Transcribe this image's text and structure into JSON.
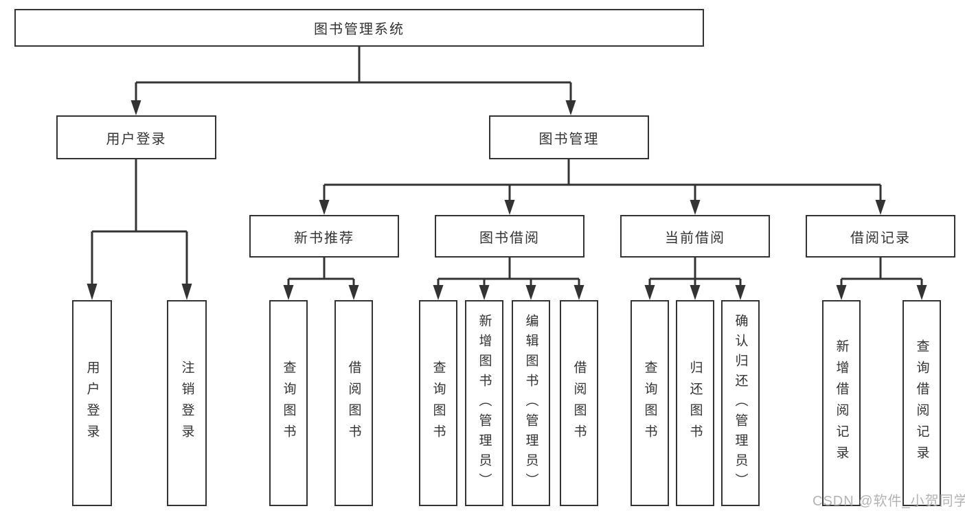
{
  "diagram_title": "图书管理系统",
  "colors": {
    "line": "#333333",
    "text": "#333333",
    "box_background": "#ffffff",
    "watermark": "#b3b3b3"
  },
  "watermark": "CSDN @软件_小贺同学",
  "tree": {
    "label": "图书管理系统",
    "children": [
      {
        "label": "用户登录",
        "children": [
          {
            "label": "用户登录"
          },
          {
            "label": "注销登录"
          }
        ]
      },
      {
        "label": "图书管理",
        "children": [
          {
            "label": "新书推荐",
            "children": [
              {
                "label": "查询图书"
              },
              {
                "label": "借阅图书"
              }
            ]
          },
          {
            "label": "图书借阅",
            "children": [
              {
                "label": "查询图书"
              },
              {
                "label": "新增图书（管理员）"
              },
              {
                "label": "编辑图书（管理员）"
              },
              {
                "label": "借阅图书"
              }
            ]
          },
          {
            "label": "当前借阅",
            "children": [
              {
                "label": "查询图书"
              },
              {
                "label": "归还图书"
              },
              {
                "label": "确认归还（管理员）"
              }
            ]
          },
          {
            "label": "借阅记录",
            "children": [
              {
                "label": "新增借阅记录"
              },
              {
                "label": "查询借阅记录"
              }
            ]
          }
        ]
      }
    ]
  }
}
